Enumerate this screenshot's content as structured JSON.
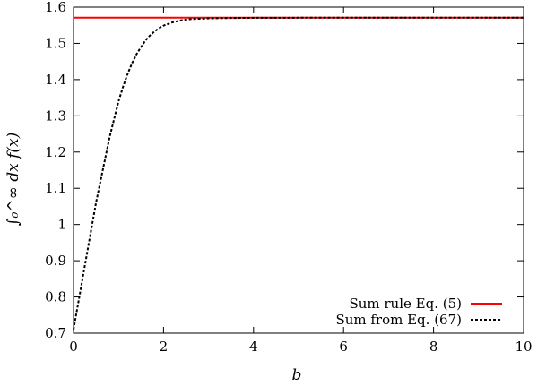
{
  "chart_data": {
    "type": "line",
    "title": "",
    "xlabel": "b",
    "ylabel": "∫₀^∞ dx f(x)",
    "xlim": [
      0,
      10
    ],
    "ylim": [
      0.7,
      1.6
    ],
    "x_ticks": [
      "0",
      "2",
      "4",
      "6",
      "8",
      "10"
    ],
    "y_ticks": [
      "0.7",
      "0.8",
      "0.9",
      "1",
      "1.1",
      "1.2",
      "1.3",
      "1.4",
      "1.5",
      "1.6"
    ],
    "grid": false,
    "legend_position": "bottom-right",
    "series": [
      {
        "name": "Sum rule Eq. (5)",
        "color": "#ff0000",
        "style": "solid",
        "x": [
          0,
          10
        ],
        "y": [
          1.5708,
          1.5708
        ]
      },
      {
        "name": "Sum from Eq. (67)",
        "color": "#000000",
        "style": "dashed",
        "x": [
          0,
          0.1,
          0.2,
          0.3,
          0.4,
          0.5,
          0.6,
          0.7,
          0.8,
          0.9,
          1.0,
          1.1,
          1.2,
          1.3,
          1.4,
          1.5,
          1.6,
          1.7,
          1.8,
          1.9,
          2.0,
          2.2,
          2.4,
          2.6,
          2.8,
          3.0,
          3.5,
          4.0,
          5.0,
          6.0,
          7.0,
          8.0,
          9.0,
          10.0
        ],
        "y": [
          0.71,
          0.78,
          0.85,
          0.92,
          0.99,
          1.06,
          1.12,
          1.18,
          1.24,
          1.29,
          1.34,
          1.38,
          1.415,
          1.445,
          1.47,
          1.49,
          1.508,
          1.522,
          1.533,
          1.542,
          1.549,
          1.558,
          1.564,
          1.567,
          1.568,
          1.569,
          1.57,
          1.5705,
          1.5708,
          1.5708,
          1.5708,
          1.5708,
          1.5708,
          1.5708
        ]
      }
    ]
  }
}
